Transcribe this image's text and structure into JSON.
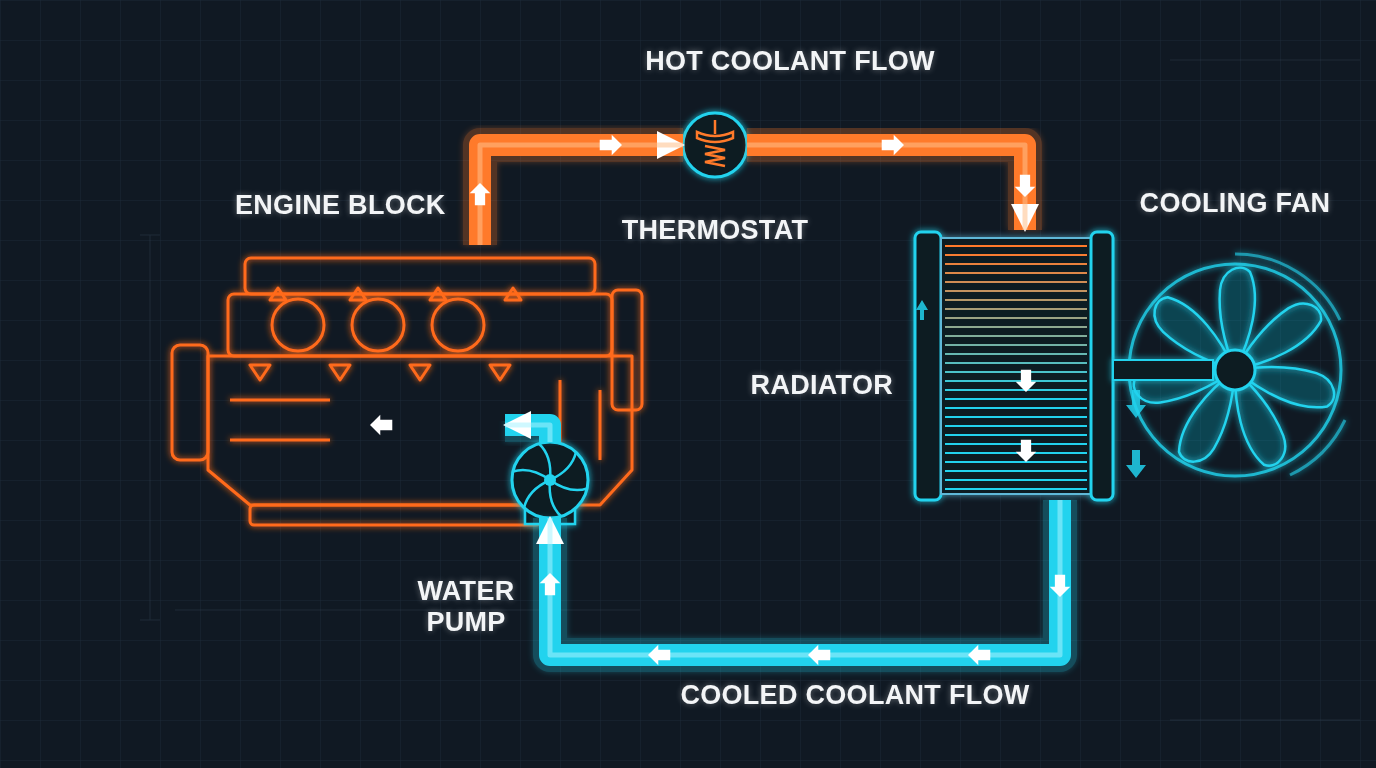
{
  "diagram": {
    "nodes": [
      {
        "text": [
          "ENGINE BLOCK"
        ]
      },
      {
        "text": [
          "THERMOSTAT"
        ]
      },
      {
        "text": [
          "RADIATOR"
        ]
      },
      {
        "text": [
          "COOLING FAN"
        ]
      },
      {
        "text": [
          "WATER PUMP"
        ]
      }
    ],
    "edges": [
      {
        "from": 0,
        "to": 1,
        "arrow": "to"
      },
      {
        "from": 1,
        "to": 2,
        "arrow": "to"
      },
      {
        "from": 2,
        "to": 4,
        "arrow": "to"
      },
      {
        "from": 4,
        "to": 0,
        "arrow": "to"
      }
    ],
    "labels": [
      "HOT COOLANT FLOW",
      "COOLED COOLANT FLOW"
    ]
  }
}
